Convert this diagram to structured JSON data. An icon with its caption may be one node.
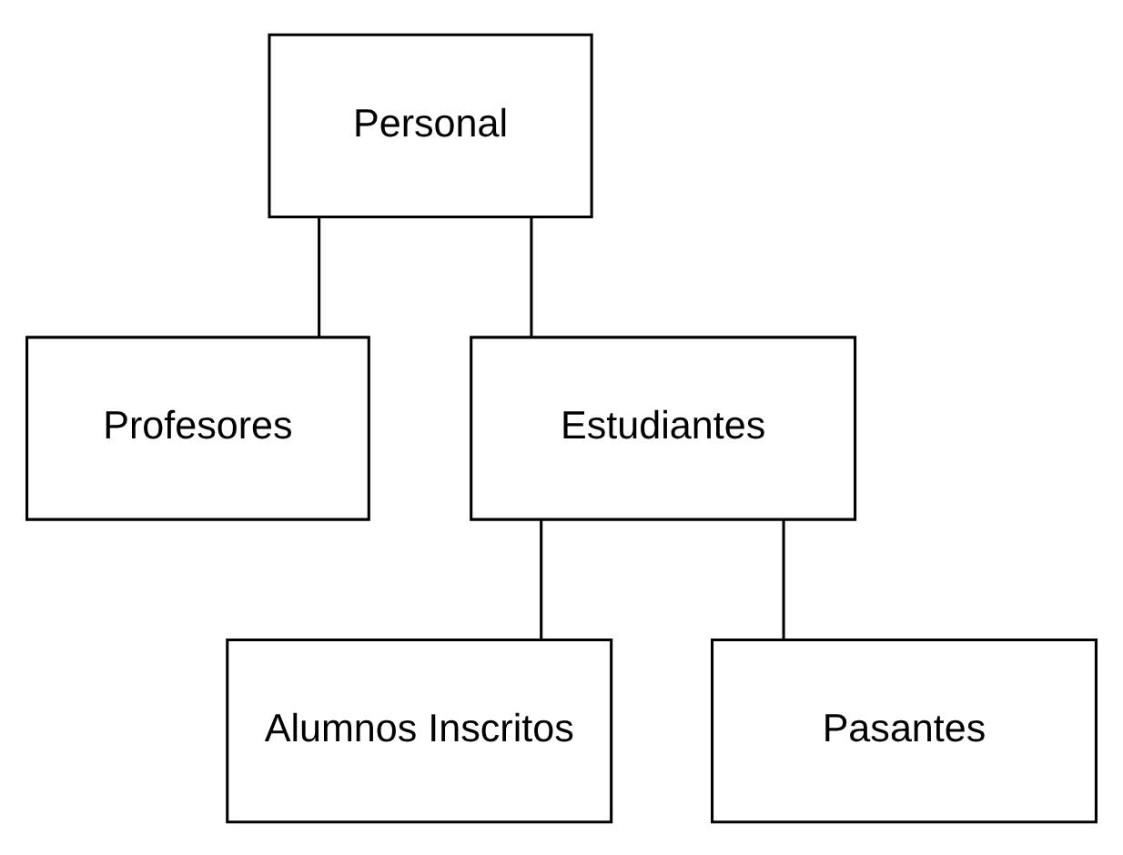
{
  "diagram": {
    "nodes": [
      {
        "text": [
          "Personal"
        ]
      },
      {
        "text": [
          "Profesores"
        ]
      },
      {
        "text": [
          "Estudiantes"
        ]
      },
      {
        "text": [
          "Alumnos Inscritos"
        ]
      },
      {
        "text": [
          "Pasantes"
        ]
      }
    ],
    "edges": [
      {
        "from": 0,
        "to": 1,
        "arrow": "none"
      },
      {
        "from": 0,
        "to": 2,
        "arrow": "none"
      },
      {
        "from": 2,
        "to": 3,
        "arrow": "none"
      },
      {
        "from": 2,
        "to": 4,
        "arrow": "none"
      }
    ]
  }
}
